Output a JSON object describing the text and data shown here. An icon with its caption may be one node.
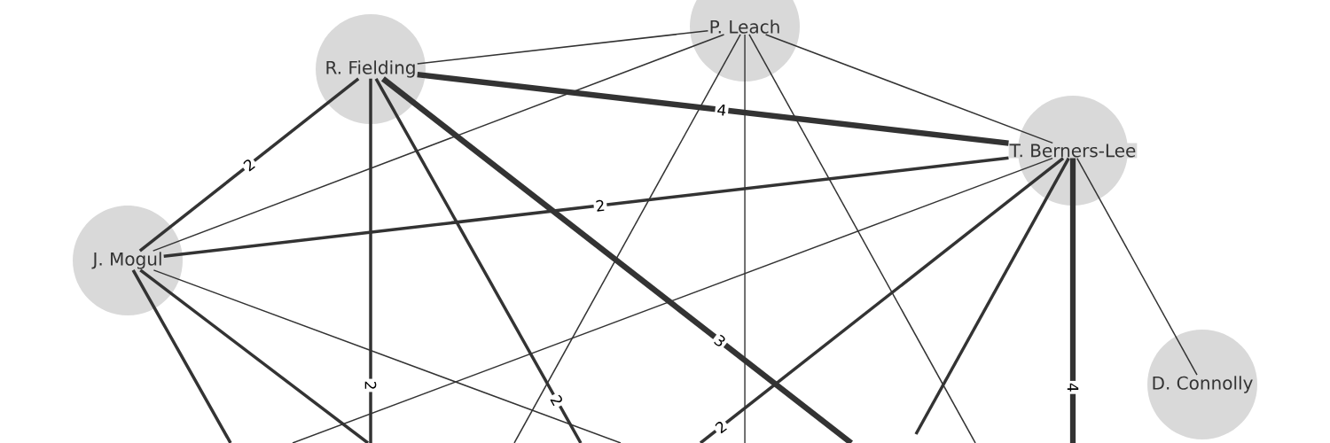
{
  "diagram": {
    "nodes": [
      {
        "text": [
          "P. Leach"
        ]
      },
      {
        "text": [
          "R. Fielding"
        ]
      },
      {
        "text": [
          "T. Berners-Lee"
        ]
      },
      {
        "text": [
          "J. Mogul"
        ]
      },
      {
        "text": [
          "D. Connolly"
        ]
      }
    ],
    "edges": [
      {
        "from": 1,
        "to": 0,
        "arrow": "none"
      },
      {
        "from": 1,
        "to": 2,
        "arrow": "none",
        "label": "4",
        "style": "thick"
      },
      {
        "from": 1,
        "to": 3,
        "arrow": "none",
        "label": "2"
      },
      {
        "from": 0,
        "to": 2,
        "arrow": "none"
      },
      {
        "from": 0,
        "to": 3,
        "arrow": "none"
      },
      {
        "from": 2,
        "to": 3,
        "arrow": "none",
        "label": "2"
      },
      {
        "from": 2,
        "to": 4,
        "arrow": "none"
      },
      {
        "from": 1,
        "to": null,
        "arrow": "none",
        "label": "2"
      },
      {
        "from": 1,
        "to": null,
        "arrow": "none",
        "label": "2"
      },
      {
        "from": 1,
        "to": null,
        "arrow": "none",
        "label": "3",
        "style": "thick"
      },
      {
        "from": 0,
        "to": null,
        "arrow": "none"
      },
      {
        "from": 0,
        "to": null,
        "arrow": "none"
      },
      {
        "from": 0,
        "to": null,
        "arrow": "none"
      },
      {
        "from": 2,
        "to": null,
        "arrow": "none"
      },
      {
        "from": 2,
        "to": null,
        "arrow": "none",
        "label": "2"
      },
      {
        "from": 2,
        "to": null,
        "arrow": "none"
      },
      {
        "from": 2,
        "to": null,
        "arrow": "none",
        "label": "4",
        "style": "thick"
      },
      {
        "from": 3,
        "to": null,
        "arrow": "none"
      },
      {
        "from": 3,
        "to": null,
        "arrow": "none"
      },
      {
        "from": 3,
        "to": null,
        "arrow": "none"
      }
    ]
  }
}
